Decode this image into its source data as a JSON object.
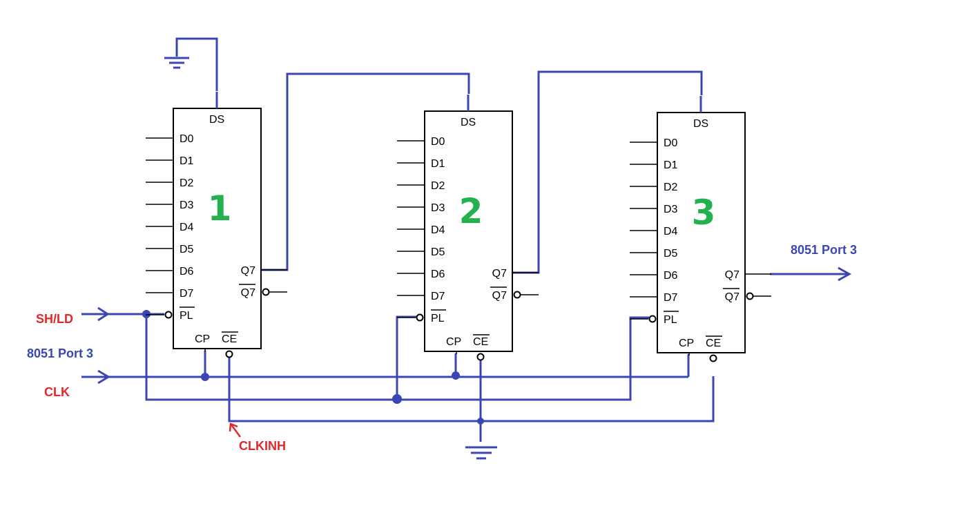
{
  "colors": {
    "wire": "#3a46b4",
    "chip_number": "#22b14c",
    "signal_red": "#e3262c",
    "signal_blue": "#3a46b4"
  },
  "chip_pins": {
    "ds": "DS",
    "d0": "D0",
    "d1": "D1",
    "d2": "D2",
    "d3": "D3",
    "d4": "D4",
    "d5": "D5",
    "d6": "D6",
    "d7": "D7",
    "q7": "Q7",
    "q7_bar": "Q7",
    "pl_bar": "PL",
    "cp": "CP",
    "ce_bar": "CE"
  },
  "chips": [
    {
      "number": "1"
    },
    {
      "number": "2"
    },
    {
      "number": "3"
    }
  ],
  "signals": {
    "sh_ld": "SH/LD",
    "clk": "CLK",
    "port_in": "8051 Port 3",
    "port_out": "8051 Port 3",
    "clkinh": "CLKINH"
  }
}
